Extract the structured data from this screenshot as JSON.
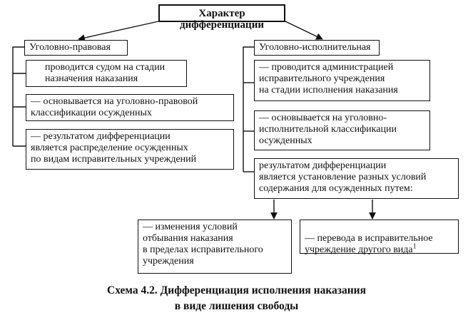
{
  "diagram": {
    "title": "Характер дифференциации",
    "left": {
      "header": "Уголовно-правовая",
      "items": [
        "проводится судом на стадии\nназначения наказания",
        "— основывается на уголовно-правовой\nклассификации осужденных",
        "— результатом дифференциации\nявляется распределение осужденных\nпо видам исправительных учреждений"
      ]
    },
    "right": {
      "header": "Уголовно-исполнительная",
      "items": [
        "— проводится администрацией\nисправительного учреждения\nна стадии исполнения наказания",
        "— основывается на уголовно-\nисполнительной классификации\nосужденных",
        "результатом дифференциации\nявляется установление разных условий\nсодержания для осужденных путем:"
      ]
    },
    "outcomes": [
      "— изменения условий\nотбывания наказания\nв пределах исправительного\nучреждения",
      "— перевода в исправительное\nучреждение другого вида"
    ],
    "footnote_mark": "1"
  },
  "caption": {
    "line1": "Схема 4.2. Дифференциация исполнения наказания",
    "line2": "в виде лишения свободы"
  }
}
